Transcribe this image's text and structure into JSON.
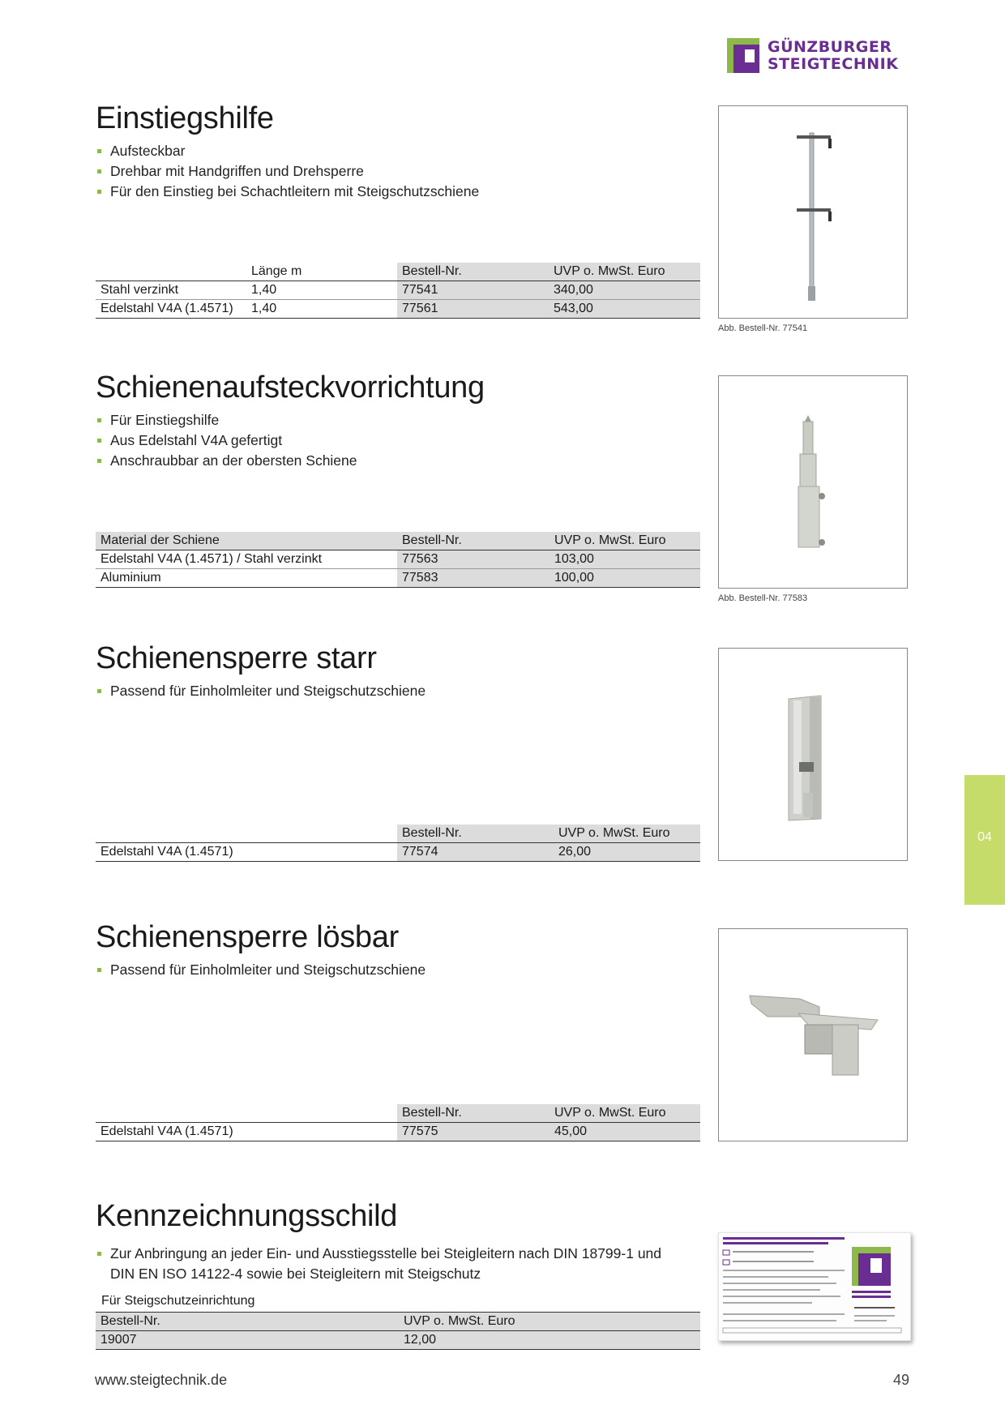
{
  "brand": {
    "line1": "GÜNZBURGER",
    "line2": "STEIGTECHNIK",
    "color": "#6a2d91",
    "accent": "#8fb84a"
  },
  "sections": [
    {
      "title": "Einstiegshilfe",
      "bullets": [
        "Aufsteckbar",
        "Drehbar mit Handgriffen und Drehsperre",
        "Für den Einstieg bei Schachtleitern mit Steigschutzschiene"
      ],
      "table": {
        "headers": [
          "",
          "Länge m",
          "Bestell-Nr.",
          "UVP o. MwSt. Euro"
        ],
        "rows": [
          [
            "Stahl verzinkt",
            "1,40",
            "77541",
            "340,00"
          ],
          [
            "Edelstahl V4A (1.4571)",
            "1,40",
            "77561",
            "543,00"
          ]
        ]
      },
      "caption": "Abb. Bestell-Nr. 77541",
      "image_icon": "entry-aid-image"
    },
    {
      "title": "Schienenaufsteckvorrichtung",
      "bullets": [
        "Für Einstiegshilfe",
        "Aus Edelstahl V4A gefertigt",
        "Anschraubbar an der obersten Schiene"
      ],
      "table": {
        "headers": [
          "Material der Schiene",
          "Bestell-Nr.",
          "UVP o. MwSt. Euro"
        ],
        "rows": [
          [
            "Edelstahl V4A (1.4571) / Stahl verzinkt",
            "77563",
            "103,00"
          ],
          [
            "Aluminium",
            "77583",
            "100,00"
          ]
        ]
      },
      "caption": "Abb. Bestell-Nr. 77583",
      "image_icon": "rail-attachment-image"
    },
    {
      "title": "Schienensperre starr",
      "bullets": [
        "Passend für Einholmleiter und Steigschutzschiene"
      ],
      "table": {
        "headers": [
          "",
          "Bestell-Nr.",
          "UVP o. MwSt. Euro"
        ],
        "rows": [
          [
            "Edelstahl V4A (1.4571)",
            "77574",
            "26,00"
          ]
        ]
      },
      "image_icon": "rail-lock-fixed-image"
    },
    {
      "title": "Schienensperre lösbar",
      "bullets": [
        "Passend für Einholmleiter und Steigschutzschiene"
      ],
      "table": {
        "headers": [
          "",
          "Bestell-Nr.",
          "UVP o. MwSt. Euro"
        ],
        "rows": [
          [
            "Edelstahl V4A (1.4571)",
            "77575",
            "45,00"
          ]
        ]
      },
      "image_icon": "rail-lock-removable-image"
    },
    {
      "title": "Kennzeichnungsschild",
      "bullets": [
        "Zur Anbringung an jeder Ein- und Ausstiegsstelle bei Steigleitern nach DIN 18799-1 und DIN EN ISO 14122-4 sowie bei Steigleitern mit Steigschutz"
      ],
      "table": {
        "caption": "Für Steigschutzeinrichtung",
        "headers": [
          "Bestell-Nr.",
          "UVP o. MwSt. Euro"
        ],
        "rows": [
          [
            "19007",
            "12,00"
          ]
        ]
      },
      "image_icon": "identification-sign-image"
    }
  ],
  "side_tab": {
    "label": "04",
    "color": "#c5dc6a"
  },
  "footer": {
    "url": "www.steigtechnik.de",
    "page": "49"
  }
}
